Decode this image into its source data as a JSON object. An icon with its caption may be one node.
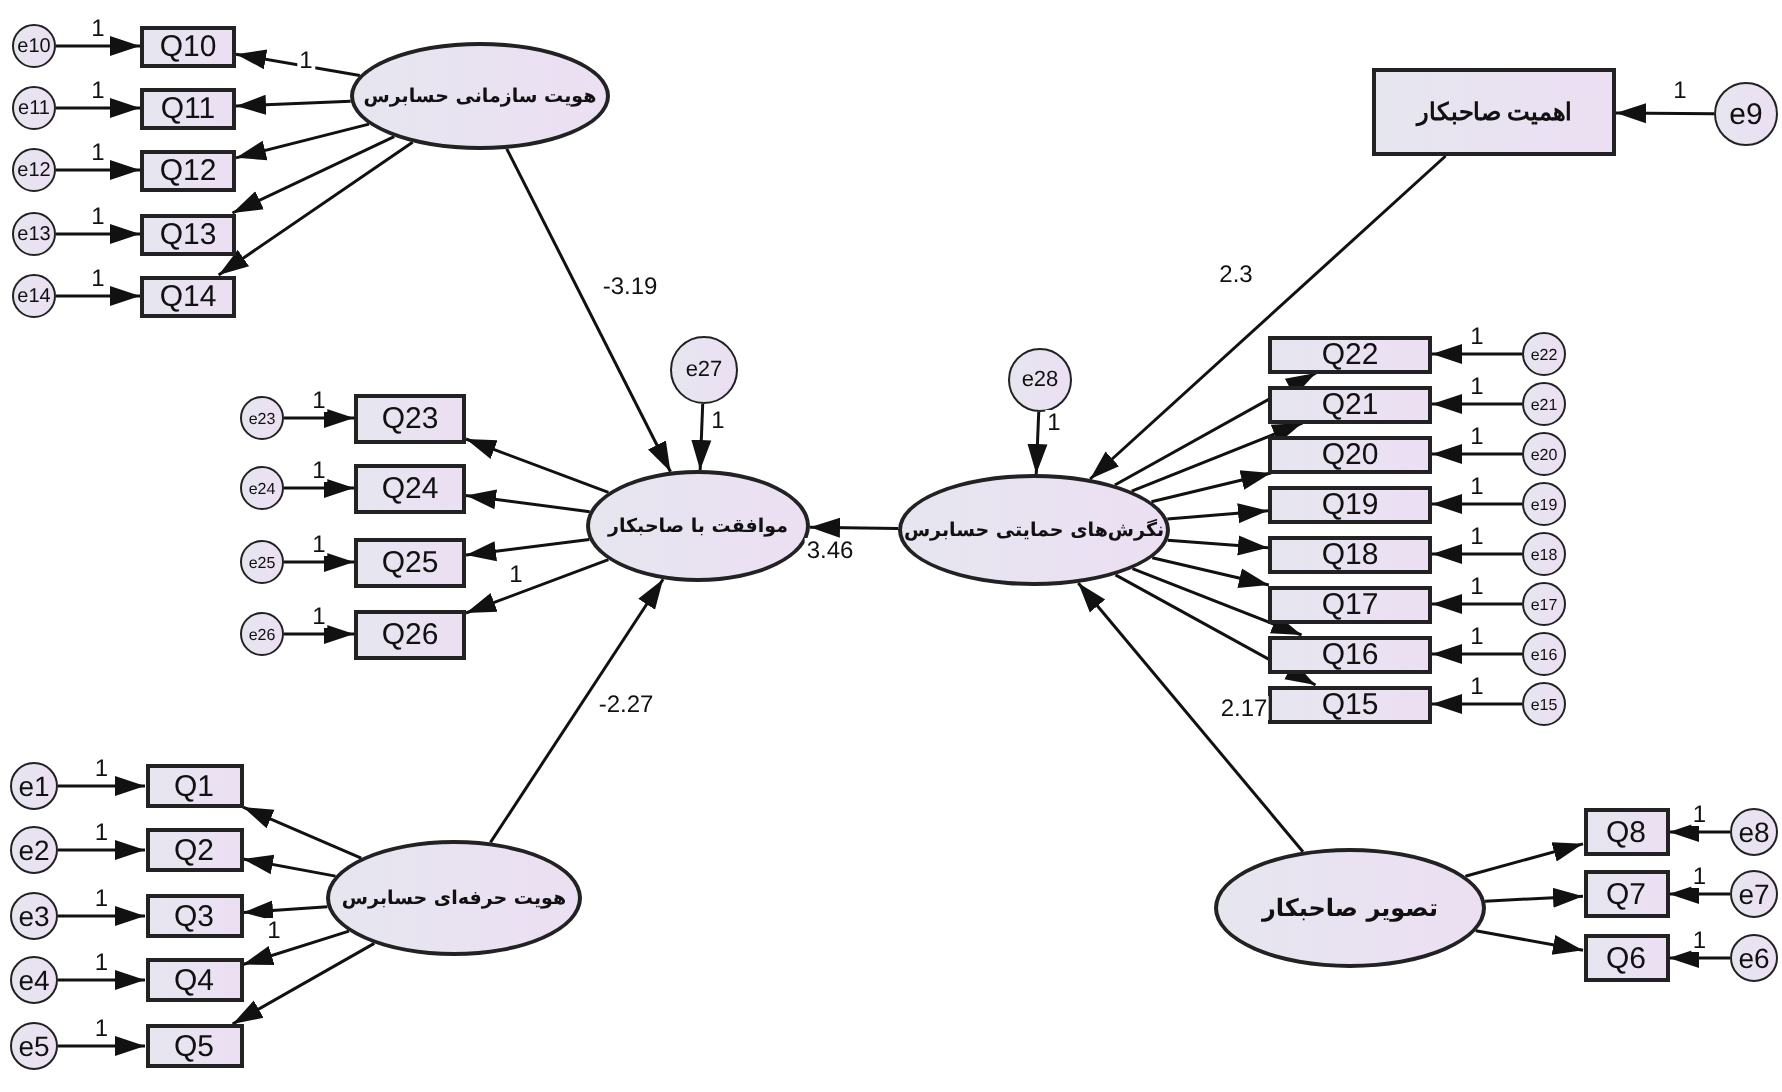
{
  "diagram": {
    "nodes": [
      {
        "text": [
          "هویت سازمانی حسابرس"
        ]
      },
      {
        "text": [
          "e10"
        ]
      },
      {
        "text": [
          "e11"
        ]
      },
      {
        "text": [
          "e12"
        ]
      },
      {
        "text": [
          "e13"
        ]
      },
      {
        "text": [
          "e14"
        ]
      },
      {
        "text": [
          "Q10"
        ]
      },
      {
        "text": [
          "Q11"
        ]
      },
      {
        "text": [
          "Q12"
        ]
      },
      {
        "text": [
          "Q13"
        ]
      },
      {
        "text": [
          "Q14"
        ]
      },
      {
        "text": [
          "اهمیت صاحبکار"
        ]
      },
      {
        "text": [
          "e9"
        ]
      },
      {
        "text": [
          "e27"
        ]
      },
      {
        "text": [
          "e28"
        ]
      },
      {
        "text": [
          "موافقت با صاحبکار"
        ]
      },
      {
        "text": [
          "نگرش‌های حمایتی حسابرس"
        ]
      },
      {
        "text": [
          "e23"
        ]
      },
      {
        "text": [
          "e24"
        ]
      },
      {
        "text": [
          "e25"
        ]
      },
      {
        "text": [
          "e26"
        ]
      },
      {
        "text": [
          "Q23"
        ]
      },
      {
        "text": [
          "Q24"
        ]
      },
      {
        "text": [
          "Q25"
        ]
      },
      {
        "text": [
          "Q26"
        ]
      },
      {
        "text": [
          "Q22"
        ]
      },
      {
        "text": [
          "Q21"
        ]
      },
      {
        "text": [
          "Q20"
        ]
      },
      {
        "text": [
          "Q19"
        ]
      },
      {
        "text": [
          "Q18"
        ]
      },
      {
        "text": [
          "Q17"
        ]
      },
      {
        "text": [
          "Q16"
        ]
      },
      {
        "text": [
          "Q15"
        ]
      },
      {
        "text": [
          "e22"
        ]
      },
      {
        "text": [
          "e21"
        ]
      },
      {
        "text": [
          "e20"
        ]
      },
      {
        "text": [
          "e19"
        ]
      },
      {
        "text": [
          "e18"
        ]
      },
      {
        "text": [
          "e17"
        ]
      },
      {
        "text": [
          "e16"
        ]
      },
      {
        "text": [
          "e15"
        ]
      },
      {
        "text": [
          "هویت حرفه‌ای حسابرس"
        ]
      },
      {
        "text": [
          "e1"
        ]
      },
      {
        "text": [
          "e2"
        ]
      },
      {
        "text": [
          "e3"
        ]
      },
      {
        "text": [
          "e4"
        ]
      },
      {
        "text": [
          "e5"
        ]
      },
      {
        "text": [
          "Q1"
        ]
      },
      {
        "text": [
          "Q2"
        ]
      },
      {
        "text": [
          "Q3"
        ]
      },
      {
        "text": [
          "Q4"
        ]
      },
      {
        "text": [
          "Q5"
        ]
      },
      {
        "text": [
          "تصویر صاحبکار"
        ]
      },
      {
        "text": [
          "Q8"
        ]
      },
      {
        "text": [
          "Q7"
        ]
      },
      {
        "text": [
          "Q6"
        ]
      },
      {
        "text": [
          "e8"
        ]
      },
      {
        "text": [
          "e7"
        ]
      },
      {
        "text": [
          "e6"
        ]
      }
    ],
    "edges": [
      {
        "from": 1,
        "to": 6,
        "arrow": "to",
        "label": "1"
      },
      {
        "from": 2,
        "to": 7,
        "arrow": "to",
        "label": "1"
      },
      {
        "from": 3,
        "to": 8,
        "arrow": "to",
        "label": "1"
      },
      {
        "from": 4,
        "to": 9,
        "arrow": "to",
        "label": "1"
      },
      {
        "from": 5,
        "to": 10,
        "arrow": "to",
        "label": "1"
      },
      {
        "from": 0,
        "to": 6,
        "arrow": "to",
        "label": "1"
      },
      {
        "from": 0,
        "to": 7,
        "arrow": "to"
      },
      {
        "from": 0,
        "to": 8,
        "arrow": "to"
      },
      {
        "from": 0,
        "to": 9,
        "arrow": "to"
      },
      {
        "from": 0,
        "to": 10,
        "arrow": "to"
      },
      {
        "from": 12,
        "to": 11,
        "arrow": "to",
        "label": "1"
      },
      {
        "from": 11,
        "to": 16,
        "arrow": "to",
        "label": "2.3"
      },
      {
        "from": 0,
        "to": 15,
        "arrow": "to",
        "label": "-3.19"
      },
      {
        "from": 13,
        "to": 15,
        "arrow": "to",
        "label": "1"
      },
      {
        "from": 14,
        "to": 16,
        "arrow": "to",
        "label": "1"
      },
      {
        "from": 16,
        "to": 15,
        "arrow": "to",
        "label": "3.46"
      },
      {
        "from": 17,
        "to": 21,
        "arrow": "to",
        "label": "1"
      },
      {
        "from": 18,
        "to": 22,
        "arrow": "to",
        "label": "1"
      },
      {
        "from": 19,
        "to": 23,
        "arrow": "to",
        "label": "1"
      },
      {
        "from": 20,
        "to": 24,
        "arrow": "to",
        "label": "1"
      },
      {
        "from": 15,
        "to": 21,
        "arrow": "to"
      },
      {
        "from": 15,
        "to": 22,
        "arrow": "to"
      },
      {
        "from": 15,
        "to": 23,
        "arrow": "to",
        "label": "1"
      },
      {
        "from": 15,
        "to": 24,
        "arrow": "to"
      },
      {
        "from": 16,
        "to": 25,
        "arrow": "to"
      },
      {
        "from": 16,
        "to": 26,
        "arrow": "to"
      },
      {
        "from": 16,
        "to": 27,
        "arrow": "to"
      },
      {
        "from": 16,
        "to": 28,
        "arrow": "to"
      },
      {
        "from": 16,
        "to": 29,
        "arrow": "to"
      },
      {
        "from": 16,
        "to": 30,
        "arrow": "to"
      },
      {
        "from": 16,
        "to": 31,
        "arrow": "to"
      },
      {
        "from": 16,
        "to": 32,
        "arrow": "to"
      },
      {
        "from": 33,
        "to": 25,
        "arrow": "to",
        "label": "1"
      },
      {
        "from": 34,
        "to": 26,
        "arrow": "to",
        "label": "1"
      },
      {
        "from": 35,
        "to": 27,
        "arrow": "to",
        "label": "1"
      },
      {
        "from": 36,
        "to": 28,
        "arrow": "to",
        "label": "1"
      },
      {
        "from": 37,
        "to": 29,
        "arrow": "to",
        "label": "1"
      },
      {
        "from": 38,
        "to": 30,
        "arrow": "to",
        "label": "1"
      },
      {
        "from": 39,
        "to": 31,
        "arrow": "to",
        "label": "1"
      },
      {
        "from": 40,
        "to": 32,
        "arrow": "to",
        "label": "1"
      },
      {
        "from": 41,
        "to": 15,
        "arrow": "to",
        "label": "-2.27"
      },
      {
        "from": 42,
        "to": 47,
        "arrow": "to",
        "label": "1"
      },
      {
        "from": 43,
        "to": 48,
        "arrow": "to",
        "label": "1"
      },
      {
        "from": 44,
        "to": 49,
        "arrow": "to",
        "label": "1"
      },
      {
        "from": 45,
        "to": 50,
        "arrow": "to",
        "label": "1"
      },
      {
        "from": 46,
        "to": 51,
        "arrow": "to",
        "label": "1"
      },
      {
        "from": 41,
        "to": 47,
        "arrow": "to"
      },
      {
        "from": 41,
        "to": 48,
        "arrow": "to"
      },
      {
        "from": 41,
        "to": 49,
        "arrow": "to",
        "label": "1"
      },
      {
        "from": 41,
        "to": 50,
        "arrow": "to"
      },
      {
        "from": 41,
        "to": 51,
        "arrow": "to"
      },
      {
        "from": 52,
        "to": 16,
        "arrow": "to",
        "label": "2.17"
      },
      {
        "from": 52,
        "to": 53,
        "arrow": "to"
      },
      {
        "from": 52,
        "to": 54,
        "arrow": "to"
      },
      {
        "from": 52,
        "to": 55,
        "arrow": "to"
      },
      {
        "from": 56,
        "to": 53,
        "arrow": "to",
        "label": "1"
      },
      {
        "from": 57,
        "to": 54,
        "arrow": "to",
        "label": "1"
      },
      {
        "from": 58,
        "to": 55,
        "arrow": "to",
        "label": "1"
      }
    ]
  }
}
